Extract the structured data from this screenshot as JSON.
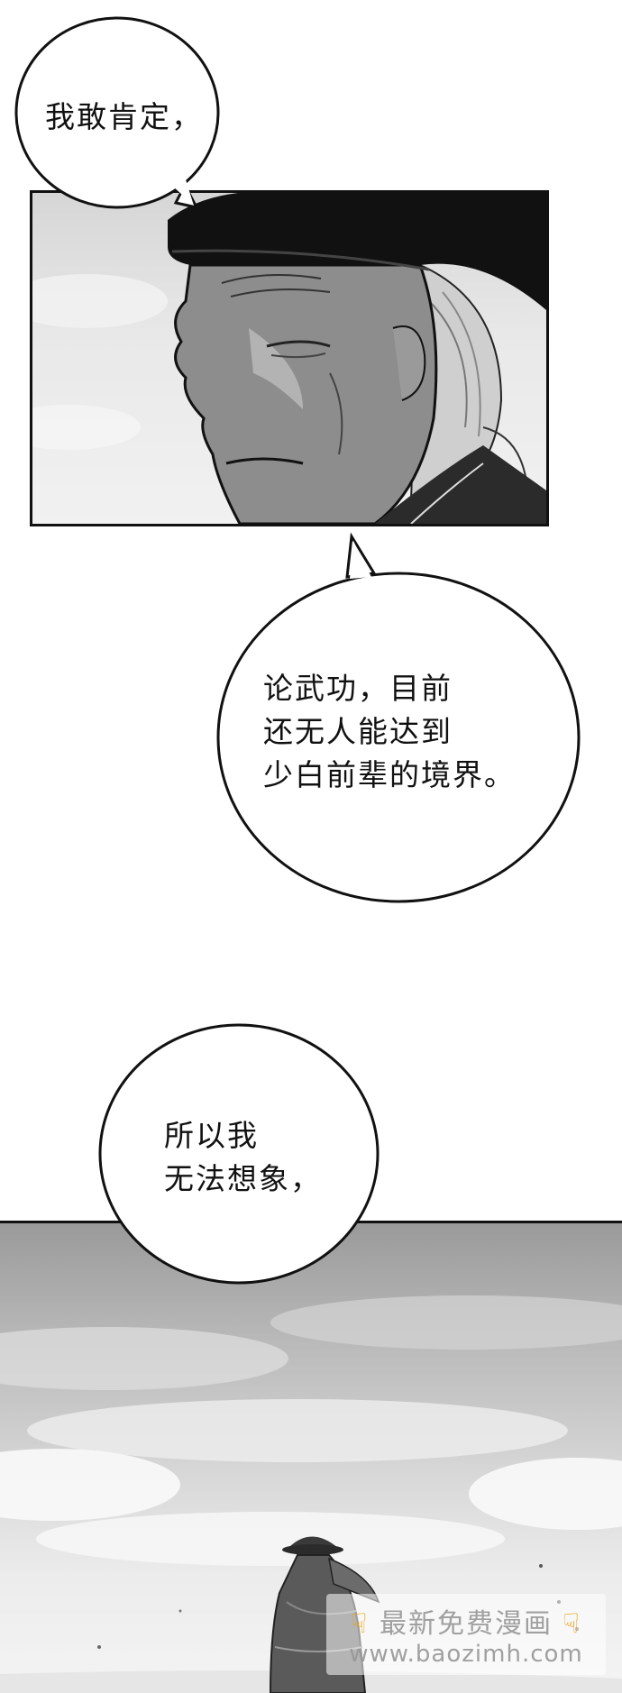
{
  "bubbles": [
    {
      "text": "我敢肯定，"
    },
    {
      "text": "论武功，目前\n还无人能达到\n少白前辈的境界。"
    },
    {
      "text": "所以我\n无法想象，"
    }
  ],
  "watermark": {
    "line1": "最新免费漫画",
    "line2": "www.baozimh.com",
    "icon_left": "pointing-hand-down-icon",
    "icon_right": "pointing-hand-down-icon",
    "icon_color": "#e7a417"
  }
}
